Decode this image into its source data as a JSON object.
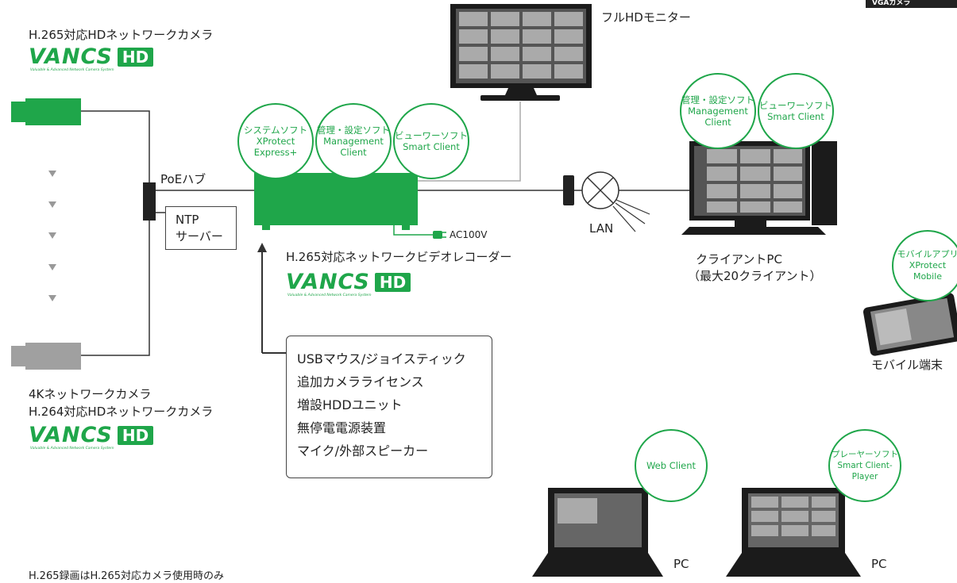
{
  "top_right_label": "VGAカメラ",
  "cameras": {
    "top_title": "H.265対応HDネットワークカメラ",
    "bottom_title_1": "4Kネットワークカメラ",
    "bottom_title_2": "H.264対応HDネットワークカメラ"
  },
  "logo": {
    "word": "VANCS",
    "hd": "HD",
    "tagline": "Valuable & Advanced Network Camera System"
  },
  "poe_hub": "PoEハブ",
  "ntp": {
    "line1": "NTP",
    "line2": "サーバー"
  },
  "monitor_label": "フルHDモニター",
  "recorder": {
    "label": "H.265対応ネットワークビデオレコーダー",
    "power": "AC100V",
    "circles": [
      {
        "l1": "システムソフト",
        "l2": "XProtect",
        "l3": "Express+"
      },
      {
        "l1": "管理・設定ソフト",
        "l2": "Management",
        "l3": "Client"
      },
      {
        "l1": "ビューワーソフト",
        "l2": "Smart Client",
        "l3": ""
      }
    ]
  },
  "lan_label": "LAN",
  "client_pc": {
    "label1": "クライアントPC",
    "label2": "（最大20クライアント）",
    "circles": [
      {
        "l1": "管理・設定ソフト",
        "l2": "Management",
        "l3": "Client"
      },
      {
        "l1": "ビューワーソフト",
        "l2": "Smart Client",
        "l3": ""
      }
    ]
  },
  "mobile": {
    "circle": {
      "l1": "モバイルアプリ",
      "l2": "XProtect",
      "l3": "Mobile"
    },
    "label": "モバイル端末"
  },
  "accessories": [
    "USBマウス/ジョイスティック",
    "追加カメラライセンス",
    "増設HDDユニット",
    "無停電電源装置",
    "マイク/外部スピーカー"
  ],
  "laptops": [
    {
      "circle": {
        "l1": "Web Client",
        "l2": "",
        "l3": ""
      },
      "label": "PC"
    },
    {
      "circle": {
        "l1": "プレーヤーソフト",
        "l2": "Smart Client-",
        "l3": "Player"
      },
      "label": "PC"
    }
  ],
  "footnote": "H.265録画はH.265対応カメラ使用時のみ",
  "colors": {
    "accent": "#1fa64a",
    "camera_gray": "#a0a0a0",
    "line": "#333333"
  }
}
